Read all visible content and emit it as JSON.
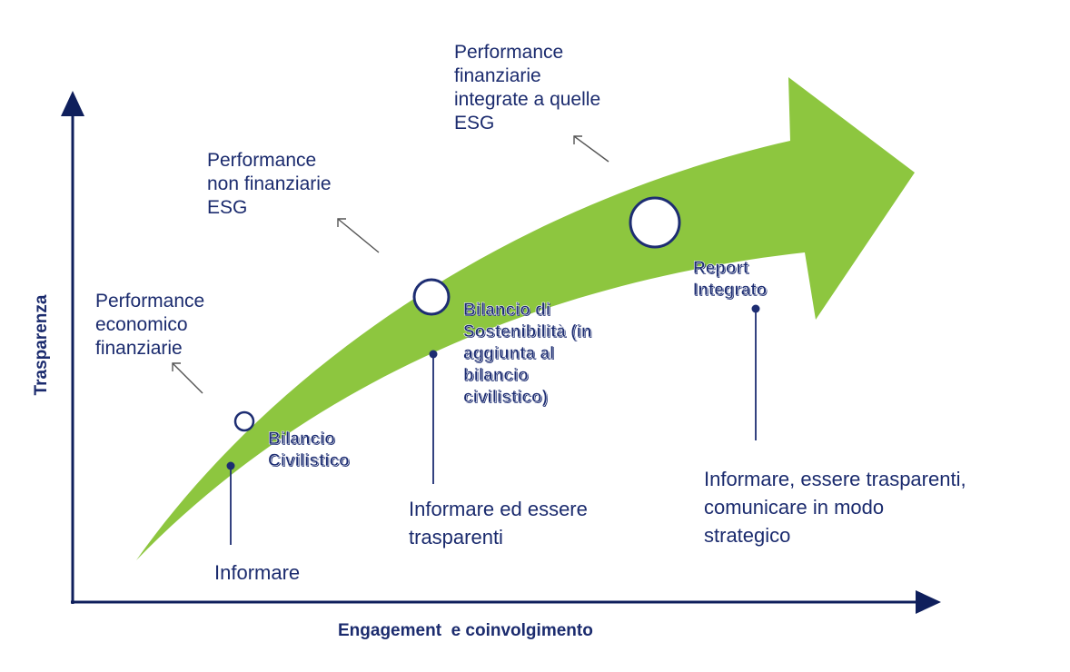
{
  "axes": {
    "y_label": "Trasparenza",
    "x_label": "Engagement  e coinvolgimento"
  },
  "performance_labels": [
    {
      "text": "Performance\neconomico\nfinanziarie"
    },
    {
      "text": "Performance\nnon finanziarie\nESG"
    },
    {
      "text": "Performance\nfinanziarie\nintegrate a quelle\nESG"
    }
  ],
  "stages": [
    {
      "name": "Bilancio\nCivilistico",
      "action": "Informare"
    },
    {
      "name": "Bilancio di\nSostenibilità (in\naggiunta al\nbilancio\ncivilistico)",
      "action": "Informare ed essere\ntrasparenti"
    },
    {
      "name": "Report\nIntegrato",
      "action": "Informare, essere trasparenti,\ncomunicare in modo\nstrategico"
    }
  ],
  "colors": {
    "arrow_fill": "#8dc63f",
    "text": "#1b2b6e",
    "axis": "#0f1f5c",
    "pointer_line": "#555555"
  }
}
